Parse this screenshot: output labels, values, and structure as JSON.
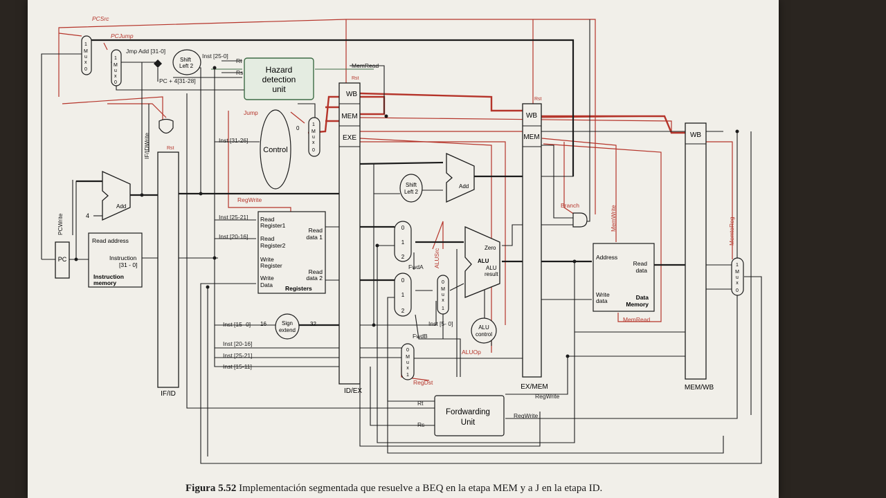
{
  "blocks": {
    "pc": "PC",
    "instruction_memory": {
      "read_address": "Read address",
      "instruction": "Instruction",
      "bits": "[31 - 0]",
      "title_1": "Instruction",
      "title_2": "memory"
    },
    "adder_pc": "Add",
    "adder_branch": "Add",
    "hazard_unit": {
      "line1": "Hazard",
      "line2": "detection",
      "line3": "unit"
    },
    "control": "Control",
    "registers": {
      "read_reg1_a": "Read",
      "read_reg1_b": "Register1",
      "read_reg2_a": "Read",
      "read_reg2_b": "Register2",
      "write_reg_a": "Write",
      "write_reg_b": "Register",
      "write_data_a": "Write",
      "write_data_b": "Data",
      "read_data1_a": "Read",
      "read_data1_b": "data 1",
      "read_data2_a": "Read",
      "read_data2_b": "data 2",
      "title": "Registers"
    },
    "sign_extend": {
      "line1": "Sign",
      "line2": "extend",
      "in_bits": "16",
      "out_bits": "32"
    },
    "shift_left_top": {
      "line1": "Shift",
      "line2": "Left 2"
    },
    "shift_left_mid": {
      "line1": "Shift",
      "line2": "Left 2"
    },
    "alu": {
      "name": "ALU",
      "zero": "Zero",
      "result_a": "ALU",
      "result_b": "result"
    },
    "alu_control": {
      "line1": "ALU",
      "line2": "control"
    },
    "data_memory": {
      "address": "Address",
      "read_a": "Read",
      "read_b": "data",
      "write_a": "Write",
      "write_b": "data",
      "title_1": "Data",
      "title_2": "Memory"
    },
    "forwarding_unit": {
      "line1": "Fordwarding",
      "line2": "Unit"
    },
    "pipe_fields": {
      "wb": "WB",
      "mem": "MEM",
      "exe": "EXE"
    },
    "mux": {
      "m": "M",
      "u": "u",
      "x": "x",
      "zero": "0",
      "one": "1",
      "two": "2"
    }
  },
  "registers_labels": {
    "if_id": "IF/ID",
    "id_ex": "ID/EX",
    "ex_mem": "EX/MEM",
    "mem_wb": "MEM/WB"
  },
  "signals": {
    "pcsrc": "PCSrc",
    "pcjump": "PCJump",
    "jmp_add": "Jmp Add [31-0]",
    "pc4": "PC + 4[31-28]",
    "inst_25_0": "Inst [25-0]",
    "inst_31_26": "Inst [31-26]",
    "inst_25_21": "Inst [25-21]",
    "inst_20_16": "Inst [20-16]",
    "inst_15_0": "Inst [15- 0]",
    "inst_20_16_b": "Inst [20-16]",
    "inst_25_21_b": "Inst [25-21]",
    "inst_15_11": "Inst [15-11]",
    "inst_5_0": "Inst [5- 0]",
    "rt": "Rt",
    "rs": "Rs",
    "rst": "Rst",
    "memread": "MemRead",
    "memread_b": "MemRead",
    "jump": "Jump",
    "regwrite": "RegWrite",
    "regwrite_exmem": "RegWrite",
    "regwrite_memwb": "RegWrite",
    "pcwrite": "PCWrite",
    "ifidwrite": "IF/IDWrite",
    "alusrc": "ALUSrc",
    "aluop": "ALUOp",
    "regdst": "RegDst",
    "fwda": "FwdA",
    "fwdb": "FwdB",
    "branch": "Branch",
    "memwrite": "MemWrite",
    "memtoreg": "MemtoReg",
    "four": "4",
    "zero_in": "0",
    "rt_fu": "Rt",
    "rs_fu": "Rs"
  },
  "caption": {
    "label": "Figura 5.52",
    "text": "Implementación segmentada que resuelve a BEQ en la etapa MEM y a J en la etapa ID."
  },
  "colors": {
    "paper": "#f1efe9",
    "line": "#1b1b1b",
    "control": "#b5342a",
    "hazard_fill": "#e4ece1",
    "hazard_stroke": "#3d6b45",
    "wire_green": "#3d6b45"
  }
}
